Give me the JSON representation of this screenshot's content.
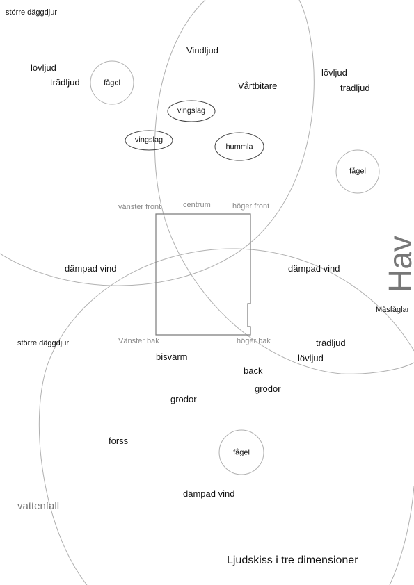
{
  "title": "Ljudskiss i tre dimensioner",
  "side_label": "Hav",
  "corner_labels": {
    "front_left": "vänster front",
    "front_center": "centrum",
    "front_right": "höger front",
    "back_left": "Vänster bak",
    "back_right": "höger bak"
  },
  "labels": {
    "storre_daggdjur_top": "större däggdjur",
    "storre_daggdjur_mid": "större däggdjur",
    "lovljud_left": "lövljud",
    "tradljud_left": "trädljud",
    "vindljud": "Vindljud",
    "vartbitare": "Vårtbitare",
    "lovljud_right": "lövljud",
    "tradljud_right": "trädljud",
    "dampad_vind_left": "dämpad vind",
    "dampad_vind_right": "dämpad vind",
    "masfaglar": "Måsfåglar",
    "tradljud_lower": "trädljud",
    "lovljud_lower": "lövljud",
    "bisvarm": "bisvärm",
    "back": "bäck",
    "grodor_right": "grodor",
    "grodor_left": "grodor",
    "forss": "forss",
    "dampad_vind_bottom": "dämpad vind",
    "vattenfall": "vattenfall"
  },
  "circle_labels": {
    "fagel_top": "fågel",
    "fagel_right": "fågel",
    "fagel_bottom": "fågel"
  },
  "ellipse_labels": {
    "vingslag_1": "vingslag",
    "vingslag_2": "vingslag",
    "hummla": "hummla"
  },
  "colors": {
    "line": "#b0b0b0",
    "box": "#7a7a7a",
    "shape_stroke": "#444444"
  }
}
